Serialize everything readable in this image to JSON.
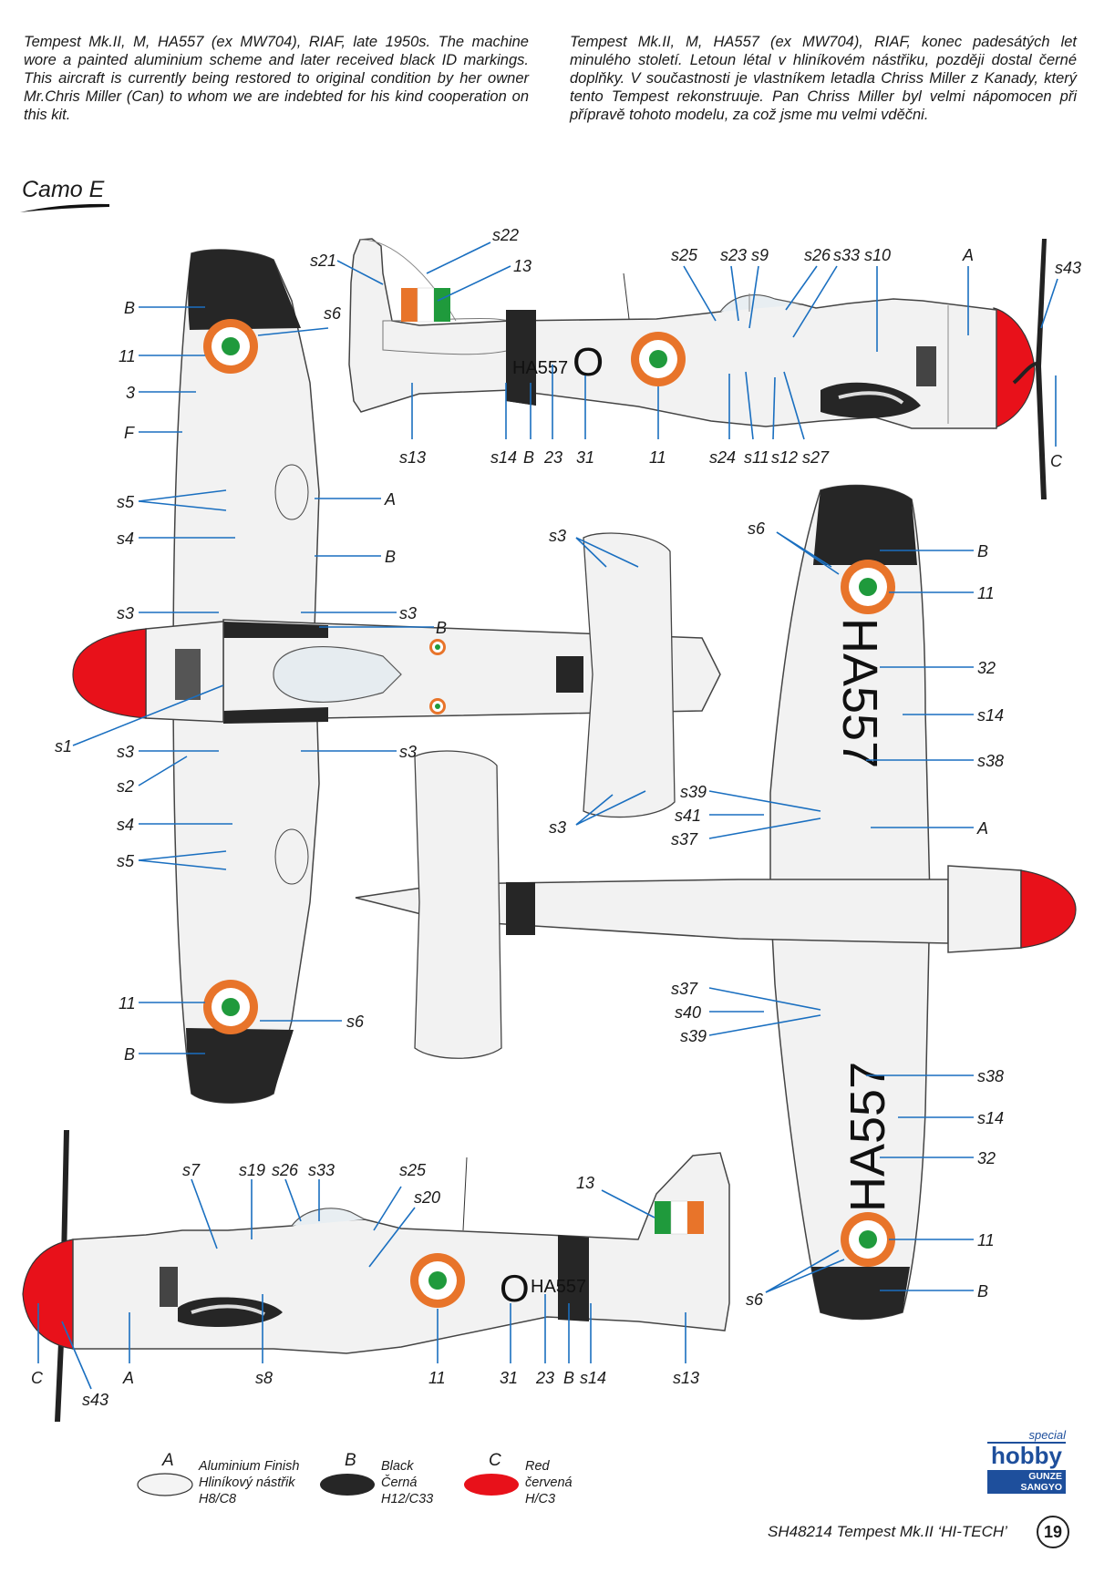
{
  "intro": {
    "en": "Tempest Mk.II, M, HA557 (ex MW704), RIAF, late 1950s. The machine wore a painted aluminium scheme and later received black ID markings. This aircraft is currently being restored to original condition by her owner Mr.Chris Miller (Can) to whom we are indebted for his kind cooperation on this kit.",
    "cz": "Tempest Mk.II, M, HA557 (ex MW704), RIAF, konec padesátých let minulého století. Letoun létal v hliníkovém nástřiku, později dostal černé doplňky. V součastnosti je vlastníkem letadla Chriss Miller z Kanady, který tento Tempest rekonstruuje. Pan Chriss Miller byl velmi nápomocen při přípravě tohoto modelu, za což jsme mu velmi vděčni."
  },
  "camo_title": "Camo E",
  "serial": "HA557",
  "code_letter": "O",
  "colors": {
    "aluminium": "#f2f2f2",
    "black": "#262626",
    "red": "#e8111a",
    "roundel_orange": "#e8742a",
    "roundel_green": "#1f9a3c",
    "leader": "#1a6fc0"
  },
  "labels": {
    "top_left": [
      "s22",
      "s21",
      "13",
      "s6",
      "s25",
      "s23",
      "s9",
      "s26",
      "s33",
      "s10",
      "A",
      "s43",
      "s13",
      "s14",
      "B",
      "23",
      "31",
      "11",
      "s24",
      "s11",
      "s12",
      "s27",
      "C"
    ],
    "plan": [
      "B",
      "11",
      "3",
      "F",
      "s5",
      "s4",
      "s3",
      "s1",
      "s2",
      "A",
      "s6"
    ],
    "underside": [
      "s6",
      "B",
      "11",
      "32",
      "s14",
      "s38",
      "s39",
      "s41",
      "s37",
      "A",
      "s40"
    ],
    "bottom_profile": [
      "s7",
      "s19",
      "s26",
      "s33",
      "s25",
      "s20",
      "13",
      "C",
      "A",
      "s8",
      "11",
      "31",
      "23",
      "B",
      "s14",
      "s13",
      "s43"
    ]
  },
  "legend": [
    {
      "letter": "A",
      "lines": [
        "Aluminium Finish",
        "Hliníkový nástřik",
        "H8/C8"
      ],
      "color": "#f4f4f4"
    },
    {
      "letter": "B",
      "lines": [
        "Black",
        "Černá",
        "H12/C33"
      ],
      "color": "#262626"
    },
    {
      "letter": "C",
      "lines": [
        "Red",
        "červená",
        "H/C3"
      ],
      "color": "#e8111a"
    }
  ],
  "footer": "SH48214  Tempest Mk.II ‘HI-TECH’",
  "page_number": "19",
  "logos": {
    "special": "special",
    "hobby": "hobby",
    "gunze_1": "GUNZE",
    "gunze_2": "SANGYO"
  }
}
